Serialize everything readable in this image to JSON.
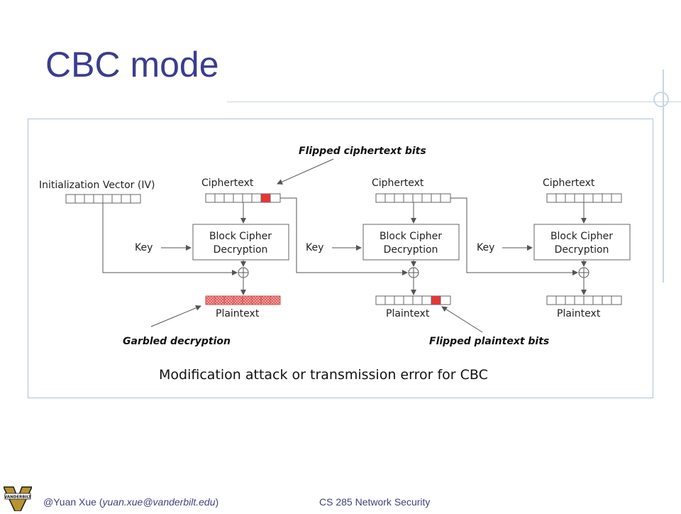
{
  "slide": {
    "title": "CBC mode"
  },
  "diagram": {
    "iv_label": "Initialization Vector (IV)",
    "ciphertext_label": "Ciphertext",
    "plaintext_label": "Plaintext",
    "key_label": "Key",
    "block_line1": "Block Cipher",
    "block_line2": "Decryption",
    "flipped_cipher": "Flipped ciphertext bits",
    "garbled": "Garbled decryption",
    "flipped_plain": "Flipped plaintext bits",
    "caption": "Modification attack or transmission error for CBC",
    "colors": {
      "highlight": "#ee3333",
      "garbled": "#f2a0a0"
    }
  },
  "footer": {
    "author_prefix": "@Yuan Xue (",
    "email": "yuan.xue@vanderbilt.edu",
    "author_suffix": ")",
    "course": "CS 285 Network Security",
    "logo_text": "VANDERBILT"
  }
}
